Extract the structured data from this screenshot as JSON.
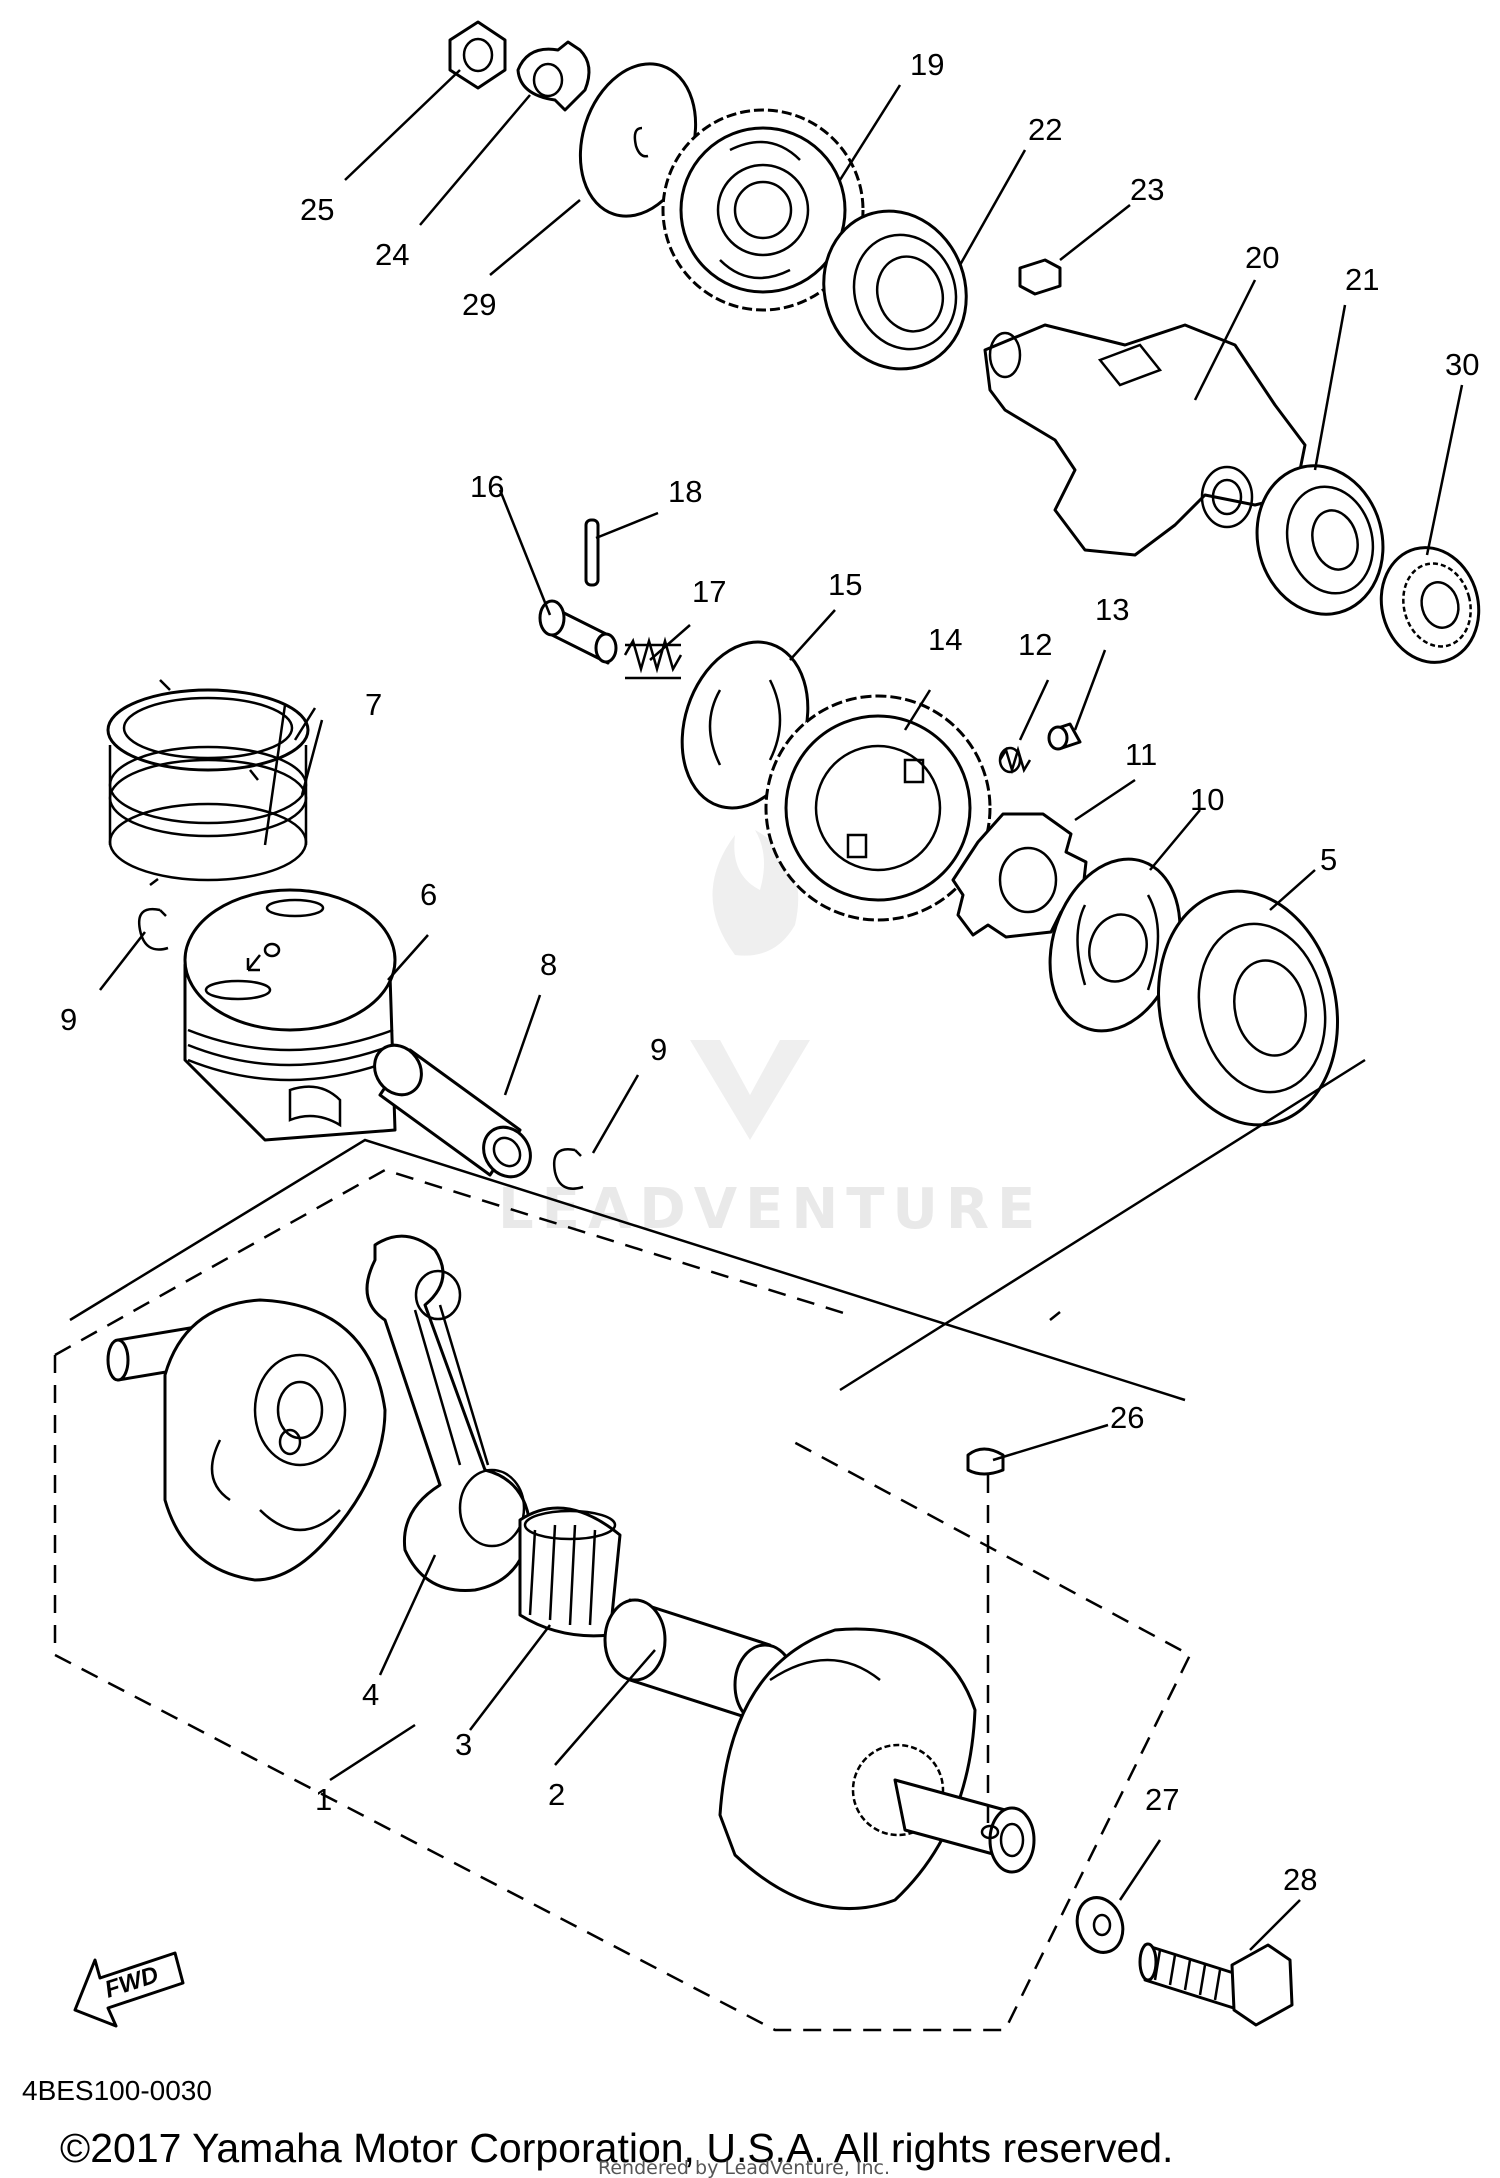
{
  "diagram_code": "4BES100-0030",
  "copyright": "©2017 Yamaha Motor Corporation, U.S.A. All rights reserved.",
  "rendered_by": "Rendered by LeadVenture, Inc.",
  "watermark": "LEADVENTURE",
  "fwd_label": "FWD",
  "callouts": {
    "c1": "1",
    "c2": "2",
    "c3": "3",
    "c4": "4",
    "c5": "5",
    "c6": "6",
    "c7": "7",
    "c8": "8",
    "c9a": "9",
    "c9b": "9",
    "c10": "10",
    "c11": "11",
    "c12": "12",
    "c13": "13",
    "c14": "14",
    "c15": "15",
    "c16": "16",
    "c17": "17",
    "c18": "18",
    "c19": "19",
    "c20": "20",
    "c21": "21",
    "c22": "22",
    "c23": "23",
    "c24": "24",
    "c25": "25",
    "c26": "26",
    "c27": "27",
    "c28": "28",
    "c29": "29",
    "c30": "30"
  }
}
